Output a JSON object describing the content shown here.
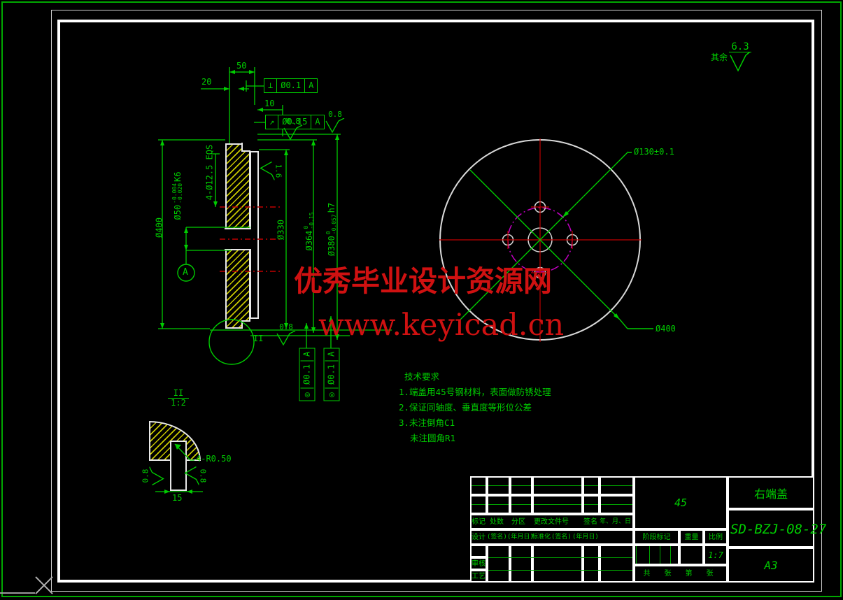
{
  "colors": {
    "line_green": "#00cc00",
    "outline_white": "#d8d8d8",
    "hatch_yellow": "#c8c800",
    "centerline_red": "#bf0000",
    "bolt_circle_magenta": "#c400c4",
    "watermark_red": "#cf1111"
  },
  "surface_note": {
    "prefix": "其余",
    "value": "6.3"
  },
  "section": {
    "dim_50": "50",
    "dim_20": "20",
    "dim_10": "10",
    "fcf_top1": {
      "symbol": "⊥",
      "tolerance": "Ø0.1",
      "datum": "A"
    },
    "fcf_top2": {
      "symbol": "↗",
      "tolerance": "Ø0.15",
      "datum": "A"
    },
    "fcf_bottom1": {
      "symbol": "◎",
      "tolerance": "Ø0.1",
      "datum": "A"
    },
    "fcf_bottom2": {
      "symbol": "◎",
      "tolerance": "Ø0.1",
      "datum": "A"
    },
    "holes_note": "4-Ø12.5 EQS",
    "bore": {
      "dia": "Ø50",
      "upper": "-0.004",
      "lower": "-0.020",
      "fit": "K6"
    },
    "dia_400": "Ø400",
    "dia_330": "Ø330",
    "dia_364": {
      "dia": "Ø364",
      "upper": "0",
      "lower": "-0.15"
    },
    "dia_380": {
      "dia": "Ø380",
      "upper": "0",
      "lower": "-0.057",
      "fit": "h7"
    },
    "rough_16": "1.6",
    "rough_08": "0.8",
    "datum_label": "A",
    "detail_ref": "II"
  },
  "detail": {
    "ref": "II",
    "scale": "1:2",
    "radius_note": "4-R0.50",
    "dim_15": "15",
    "rough": "0.8"
  },
  "circle_view": {
    "bolt_circle_dia": "Ø130±0.1",
    "outer_dia": "Ø400"
  },
  "tech_req": {
    "title": "技术要求",
    "line1": "1.端盖用45号钢材料，表面做防锈处理",
    "line2": "2.保证同轴度、垂直度等形位公差",
    "line3": "3.未注倒角C1",
    "line4": "未注圆角R1"
  },
  "watermark": {
    "line1": "优秀毕业设计资源网",
    "line2": "www.keyicad.cn"
  },
  "title_block": {
    "part_name": "右端盖",
    "drawing_no": "SD-BZJ-08-27",
    "sheet_size": "A3",
    "material": "45",
    "scale_value": "1:7",
    "row_mark": {
      "c1": "标记",
      "c2": "处数",
      "c3": "分区",
      "c4": "更改文件号",
      "c5": "签名",
      "c6": "年、月、日"
    },
    "row_design": {
      "c1": "设计",
      "c2": "(签名)",
      "c3": "(年月日)",
      "c4": "标准化",
      "c5": "(签名)",
      "c6": "(年月日)"
    },
    "stage_label": "阶段标记",
    "weight_label": "重量",
    "scale_label": "比例",
    "audit_label": "审核",
    "process_label": "工艺",
    "sheet_note": "共 张 第 张"
  }
}
